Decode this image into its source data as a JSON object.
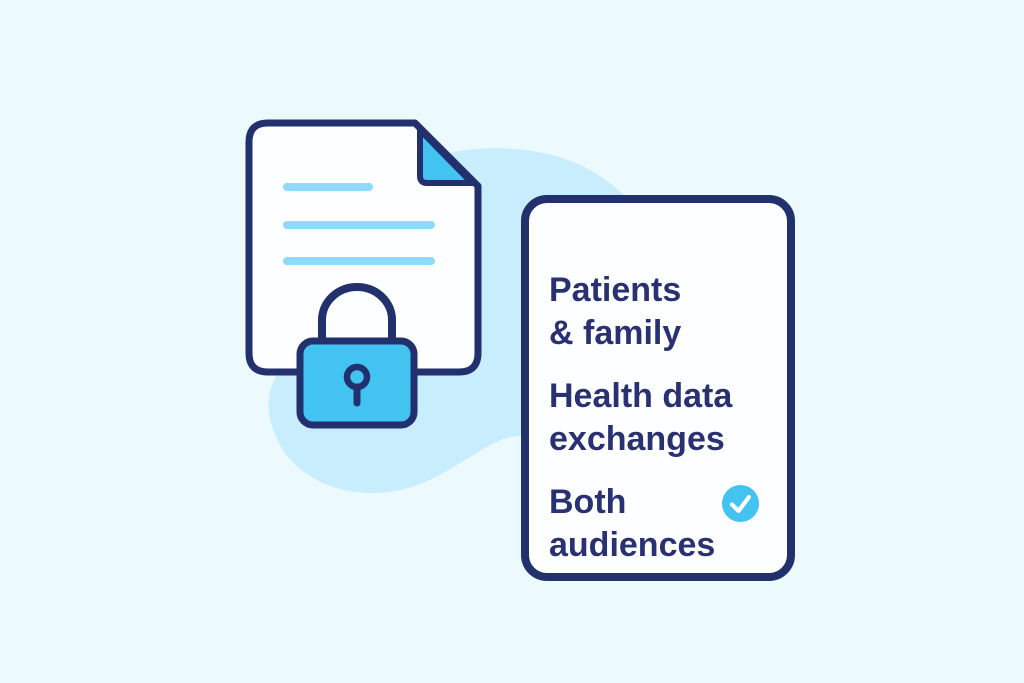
{
  "colors": {
    "page_bg": "#edfafd",
    "blob": "#c8edfc",
    "cyan": "#42c3f2",
    "line_blue": "#8edafb",
    "navy": "#22306e",
    "text_navy": "#2a3172",
    "card_bg": "#fdfeff",
    "check": "#ffffff"
  },
  "illustration": {
    "document_icon": "page-with-folded-corner-and-padlock",
    "document_text_lines": 3,
    "lock_icon": "padlock-with-keyhole",
    "blob_shape": "organic-background-blob"
  },
  "card": {
    "options": [
      {
        "label": "Patients & family",
        "checked": false
      },
      {
        "label": "Health data exchanges",
        "checked": false
      },
      {
        "label": "Both audiences",
        "checked": true
      }
    ],
    "check_glyph": "✓"
  }
}
